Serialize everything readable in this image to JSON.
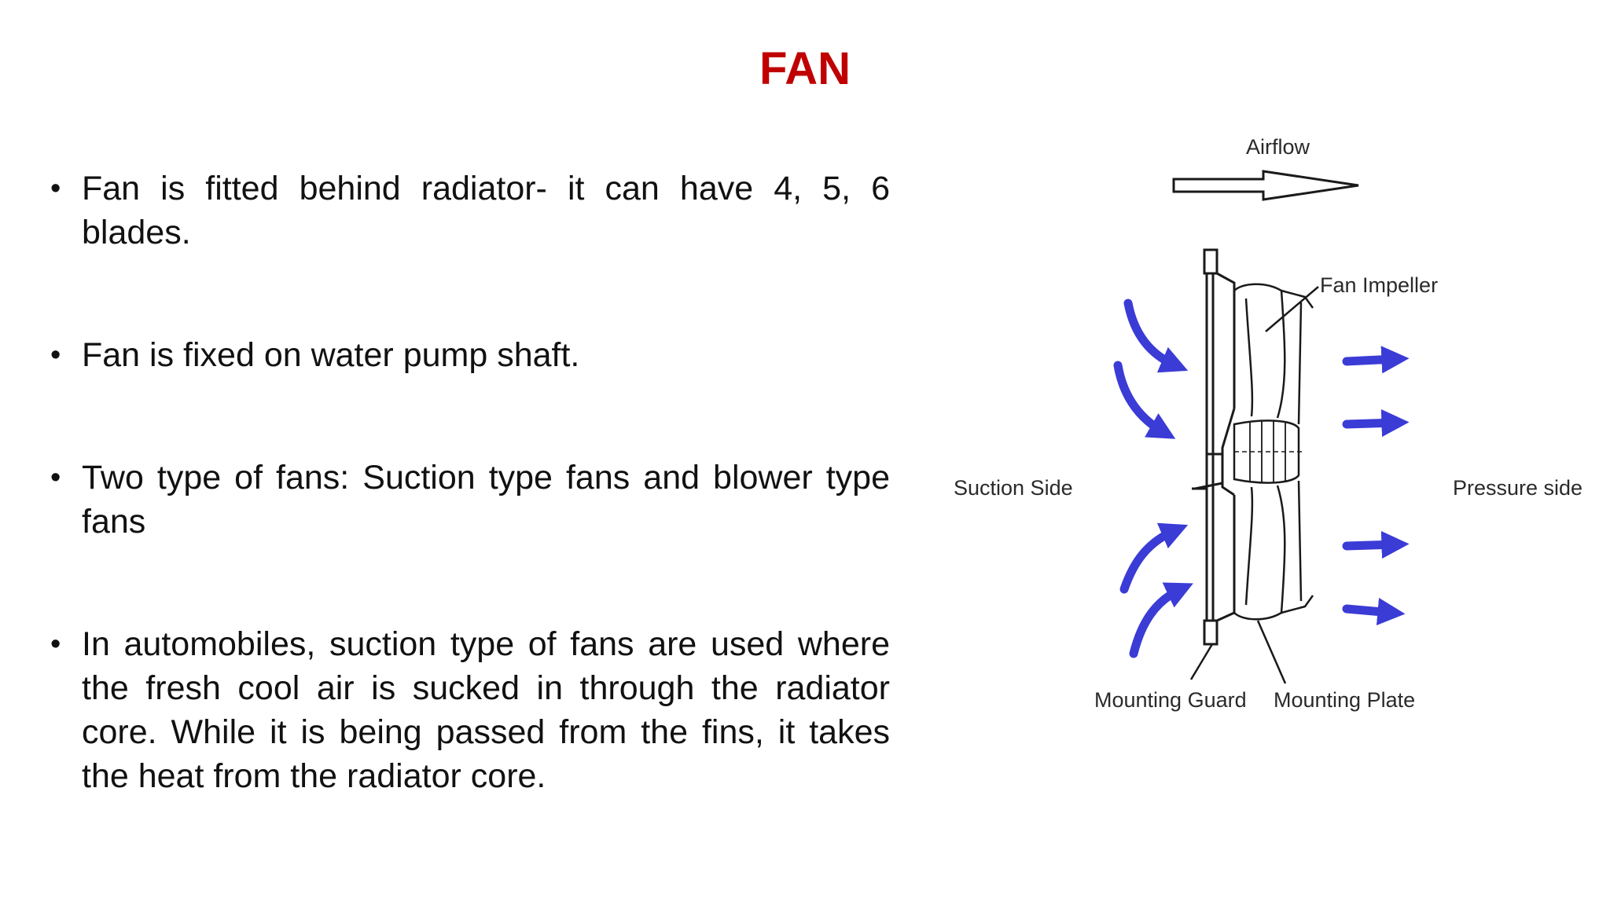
{
  "slide": {
    "title": "FAN",
    "title_color": "#c00000",
    "bullets": [
      "Fan is fitted behind radiator- it can have 4, 5, 6 blades.",
      "Fan is fixed on water pump shaft.",
      "Two type of fans: Suction type fans and blower type fans",
      "In automobiles, suction type of fans are used where the fresh cool air is sucked in through the radiator core. While it is being passed from the fins, it takes the heat from the radiator core."
    ]
  },
  "diagram": {
    "labels": {
      "airflow": "Airflow",
      "fan_impeller": "Fan Impeller",
      "suction_side": "Suction Side",
      "pressure_side": "Pressure side",
      "mounting_guard": "Mounting Guard",
      "mounting_plate": "Mounting Plate"
    },
    "arrow_color": "#3b3bd6"
  }
}
